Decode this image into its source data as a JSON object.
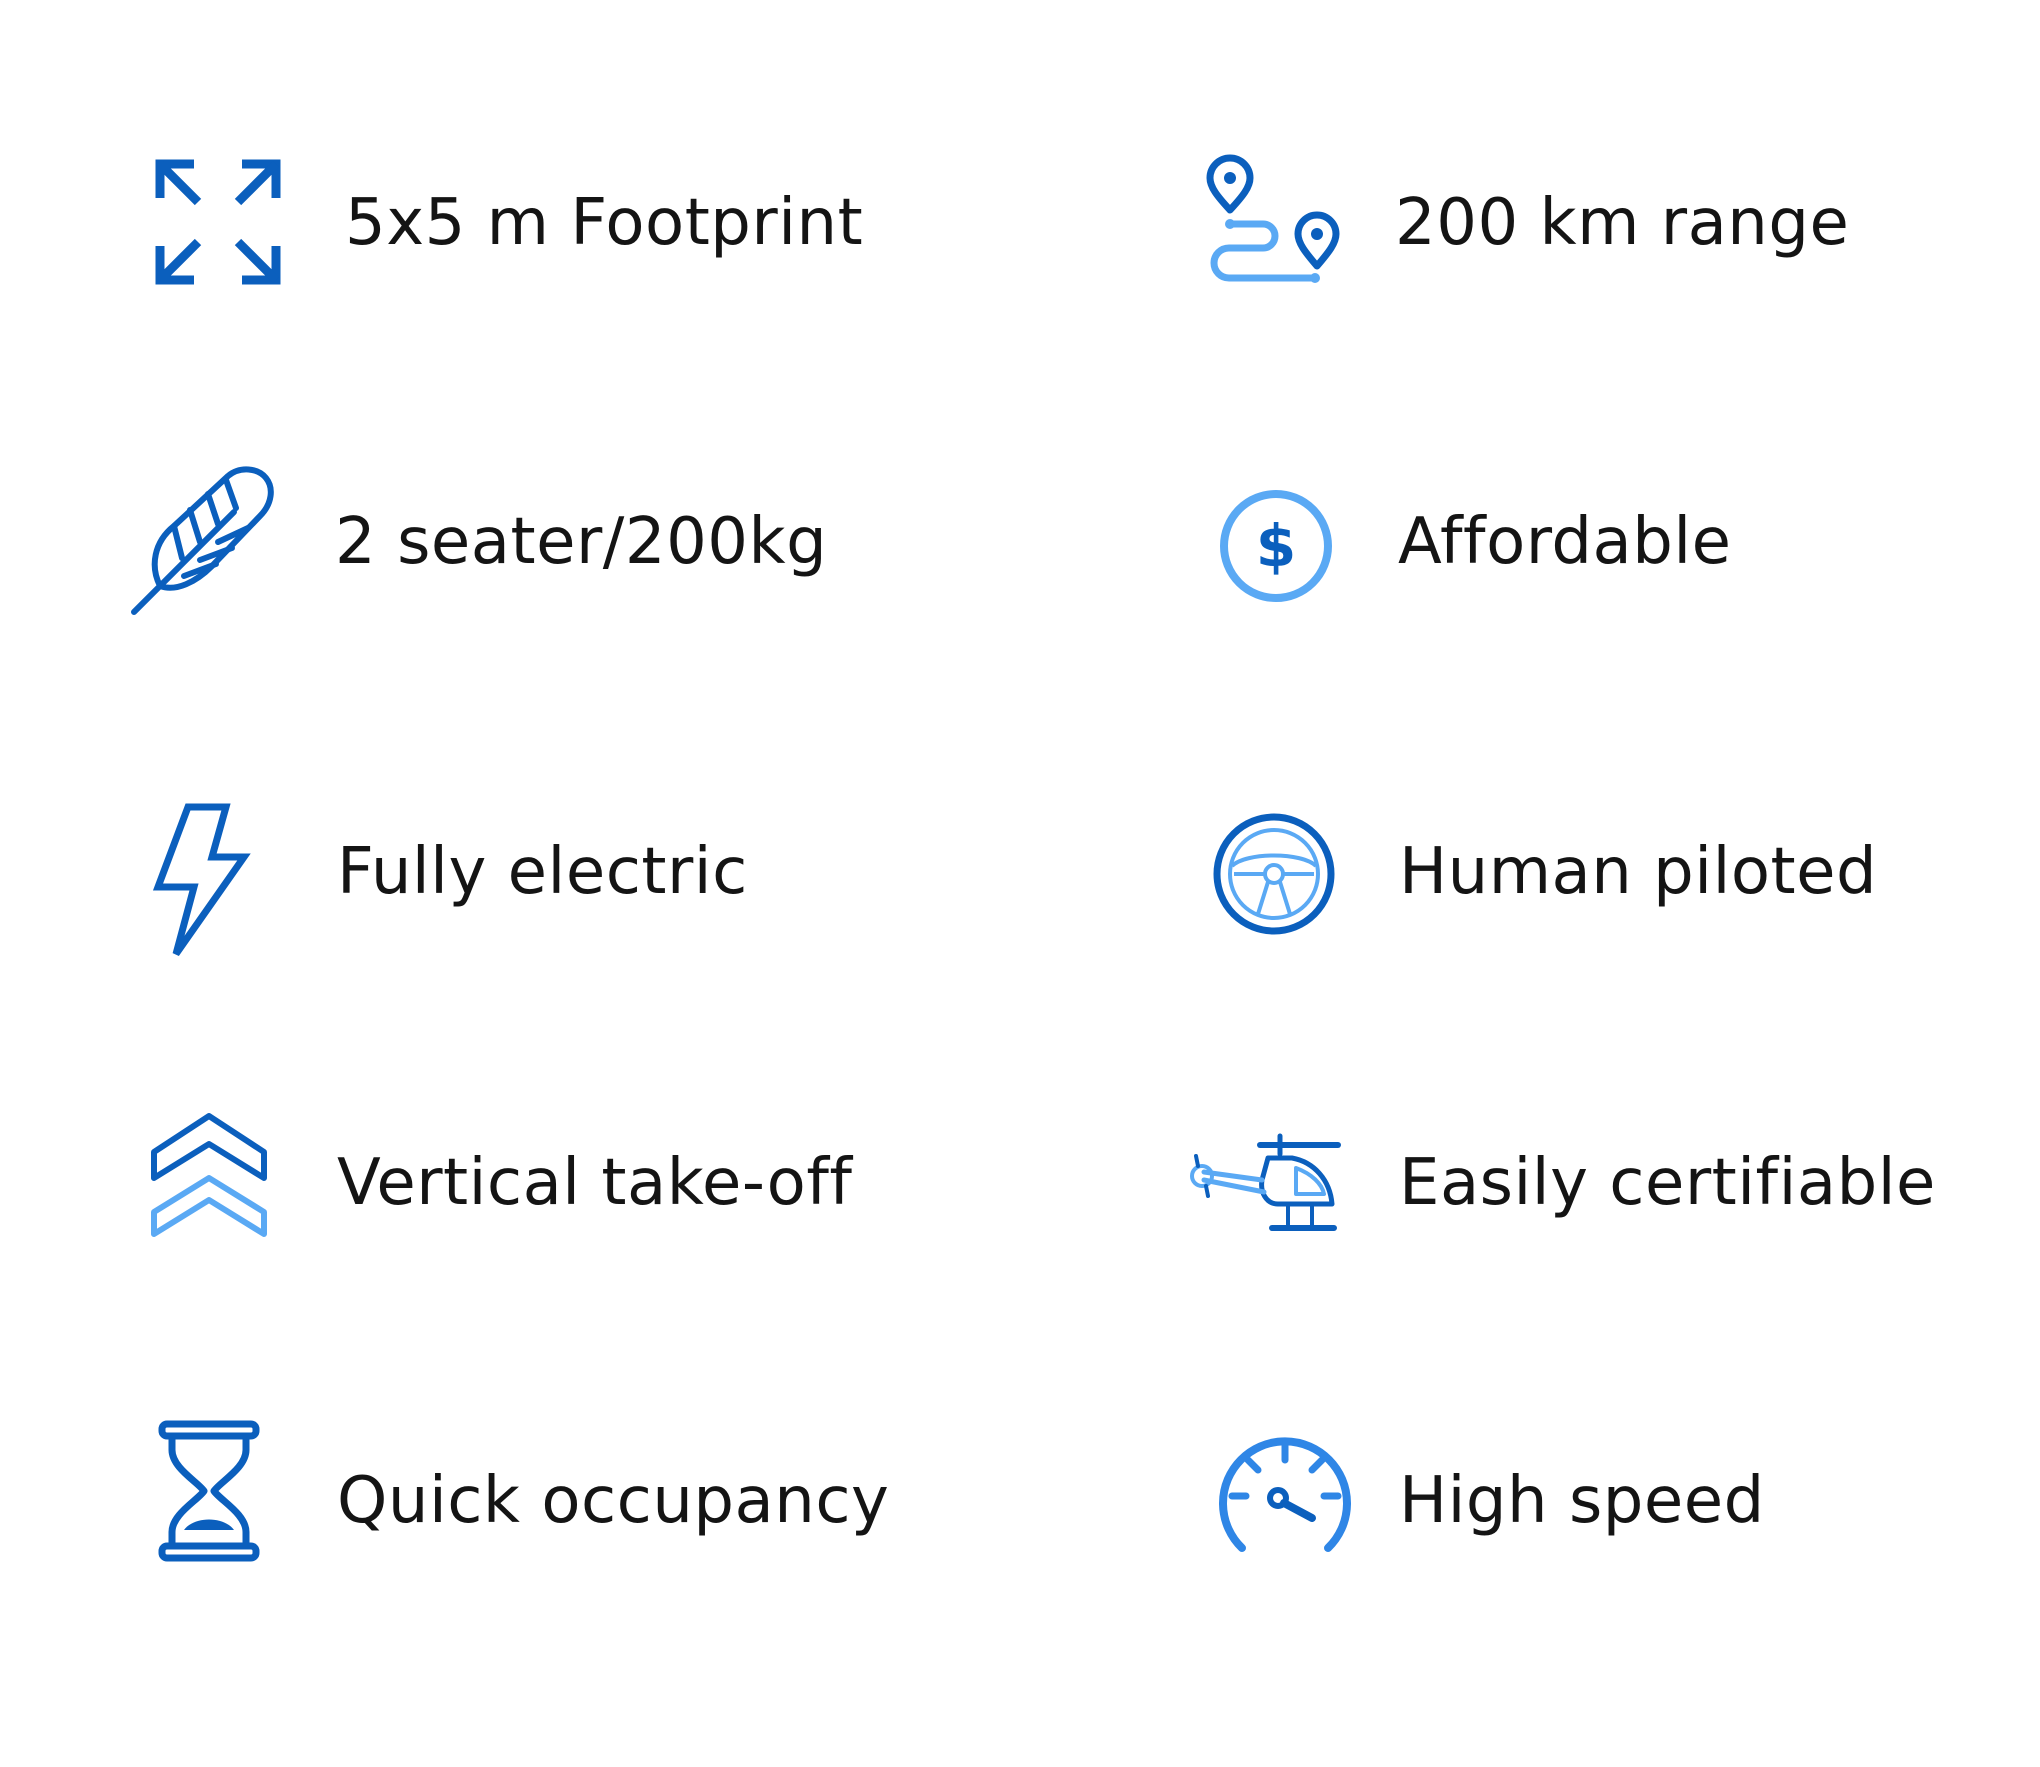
{
  "colors": {
    "primary": "#0b5fbd",
    "light": "#5aa9f4",
    "mid": "#2f86e6",
    "text": "#141414",
    "background": "#ffffff"
  },
  "features": [
    {
      "id": "footprint",
      "icon": "expand-arrows-icon",
      "label": "5x5 m Footprint"
    },
    {
      "id": "range",
      "icon": "route-pins-icon",
      "label": "200 km range"
    },
    {
      "id": "capacity",
      "icon": "feather-icon",
      "label": "2 seater/200kg"
    },
    {
      "id": "affordable",
      "icon": "dollar-coin-icon",
      "label": "Affordable"
    },
    {
      "id": "electric",
      "icon": "lightning-bolt-icon",
      "label": "Fully electric"
    },
    {
      "id": "piloted",
      "icon": "steering-wheel-icon",
      "label": "Human piloted"
    },
    {
      "id": "vertical",
      "icon": "double-chevron-up-icon",
      "label": "Vertical take-off"
    },
    {
      "id": "certifiable",
      "icon": "helicopter-icon",
      "label": "Easily certifiable"
    },
    {
      "id": "occupancy",
      "icon": "hourglass-icon",
      "label": "Quick occupancy"
    },
    {
      "id": "speed",
      "icon": "speedometer-icon",
      "label": "High speed"
    }
  ]
}
